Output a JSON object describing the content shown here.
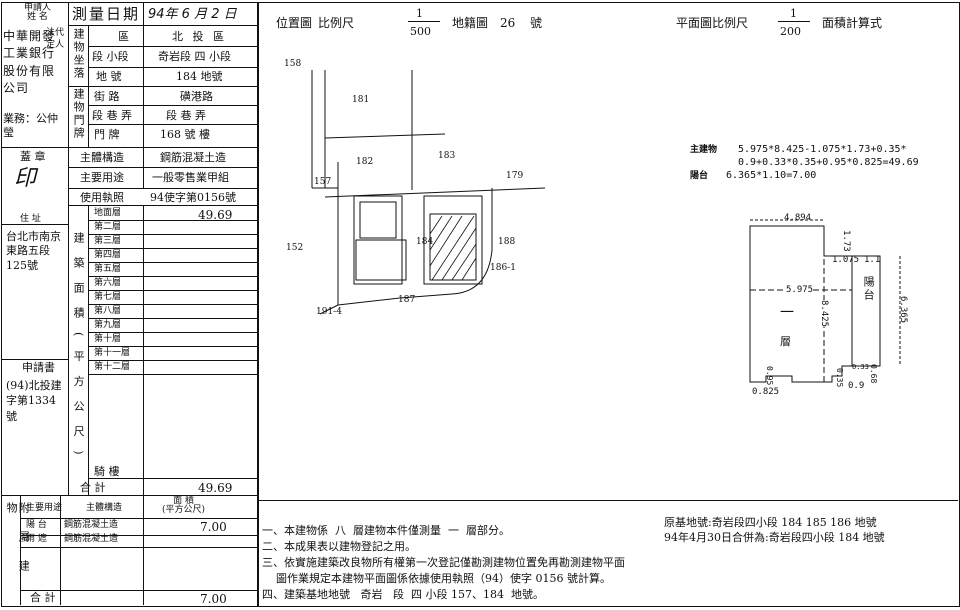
{
  "left": {
    "applicant_label": "申請人\n姓 名",
    "applicant_name": "中華開發工業銀行股份有限公司",
    "rep_label": "法代定人",
    "rep_name": "業務：公仲瑩",
    "survey_date_label": "測量日期",
    "survey_date": "94年 6 月 2 日",
    "building_location_label": "建物坐落",
    "district_label": "區",
    "district": "北 投 區",
    "section_label": "段 小段",
    "section": "奇岩段 四 小段",
    "land_no_label": "地 號",
    "land_no": "184 地號",
    "door_label": "建物門牌",
    "street_label": "街 路",
    "street": "磺港路",
    "lane_label": "段 巷 弄",
    "lane": "段 巷 弄",
    "number_label": "門 牌",
    "number": "168 號 樓",
    "seal_label": "蓋 章",
    "structure_label": "主體構造",
    "structure": "鋼筋混凝土造",
    "use_label": "主要用途",
    "use": "一般零售業甲組",
    "license_label": "使用執照",
    "license": "94使字第0156號",
    "address_label": "住 址",
    "address": "台北市南京東路五段125號",
    "floors_label": "建築面積(平方公尺)",
    "floors": [
      "地面層",
      "第二層",
      "第三層",
      "第四層",
      "第五層",
      "第六層",
      "第七層",
      "第八層",
      "第九層",
      "第十層",
      "第十一層",
      "第十二層"
    ],
    "ground_area": "49.69",
    "annex_label": "騎 樓",
    "total_label": "合 計",
    "total": "49.69",
    "application_label": "申請書",
    "application_no": "(94)北投建字第1334號",
    "annex_section_label": "附屬建物",
    "annex_header": [
      "主要用途",
      "主體構造",
      "面 積\n(平方公尺)"
    ],
    "annex_rows": [
      {
        "use": "陽 台",
        "structure": "鋼筋混凝土造",
        "area": "7.00"
      },
      {
        "use": "雨 遮",
        "structure": "鋼筋混凝土造",
        "area": ""
      }
    ],
    "annex_total_label": "合 計",
    "annex_total": "7.00"
  },
  "right": {
    "location_title": "位置圖",
    "scale_label": "比例尺",
    "location_scale_num": "1",
    "location_scale_den": "500",
    "map_label": "地籍圖",
    "map_no": "26",
    "map_unit": "號",
    "plan_title": "平面圖比例尺",
    "plan_scale_num": "1",
    "plan_scale_den": "200",
    "area_calc": "面積計算式",
    "calc_main_label": "主建物",
    "calc_main_1": "5.975*8.425-1.075*1.73+0.35*",
    "calc_main_2": "0.9+0.33*0.35+0.95*0.825=49.69",
    "calc_balcony_label": "陽台",
    "calc_balcony": "6.365*1.10=7.00",
    "parcels": [
      "158",
      "181",
      "182",
      "183",
      "157",
      "179",
      "152",
      "184",
      "188",
      "186-1",
      "187",
      "191-4"
    ],
    "plan_dims": [
      "4.894",
      "1.73",
      "1.075",
      "1.1",
      "5.975",
      "8.425",
      "6.365",
      "0.95",
      "0.35",
      "0.33",
      "0.68",
      "0.825",
      "0.9",
      "0.35"
    ],
    "plan_floor_label": "一",
    "plan_floor_label2": "層",
    "plan_balcony_label": "陽台",
    "notes": [
      "一、本建物係  八  層建物本件僅測量  一  層部分。",
      "二、本成果表以建物登記之用。",
      "三、依實施建築改良物所有權第一次登記僅勘測建物位置免再勘測建物平面",
      "    圖作業規定本建物平面圖係依據使用執照（94）使字 0156 號計算。",
      "四、建築基地地號   奇岩   段  四 小段 157、184  地號。"
    ],
    "orig_label": "原基地號:奇岩段四小段 184  185  186 地號",
    "merged_label": "94年4月30日合併為:奇岩段四小段 184  地號"
  }
}
